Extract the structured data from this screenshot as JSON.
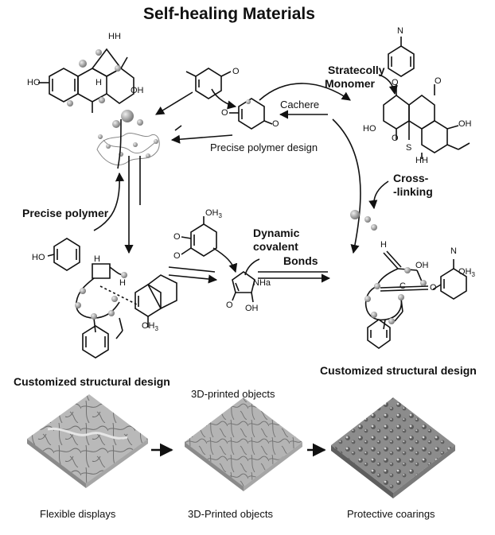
{
  "title": "Self-healing Materials",
  "labels": {
    "stratecolly_monomer_line1": "Stratecolly",
    "stratecolly_monomer_line2": "Monomer",
    "cachere": "Cachere",
    "precise_polymer_design": "Precise polymer design",
    "cross_linking_line1": "Cross-",
    "cross_linking_line2": "-linking",
    "precise_polymer": "Precise polymer",
    "dynamic_line1": "Dynamic",
    "dynamic_line2": "covalent",
    "dynamic_line3": "Bonds",
    "customized_left": "Customized structural design",
    "customized_right": "Customized structural design",
    "printed_top": "3D-printed objects"
  },
  "chem_labels": {
    "hh_top": "HH",
    "ho_left": "HO",
    "oh_left": "OH",
    "h_left": "H",
    "n_top": "N",
    "o_a": "O",
    "o_b": "O",
    "o_c": "O",
    "o_right": "O",
    "ho_right": "HO",
    "oh_right": "OH",
    "o_ring": "O",
    "os": "O",
    "s": "S",
    "hh_right": "HH",
    "ho_phenol": "HO",
    "oh3_mid": "OH",
    "oh3_sub": "3",
    "o_mid1": "O",
    "o_mid2": "O",
    "nha": "NHa",
    "o_pyrrole": "O",
    "oh_pyrrole": "OH",
    "h_bl": "H",
    "h_bl2": "H",
    "oh3_bl": "OH",
    "oh3_bl_sub": "3",
    "h_br": "H",
    "oh_br": "OH",
    "n_br": "N",
    "oh3_br": "OH",
    "oh3_br_sub": "3",
    "o_br": "O",
    "c_br": "C"
  },
  "bottom_panels": [
    {
      "label": "Flexible displays"
    },
    {
      "label": "3D-Printed objects"
    },
    {
      "label": "Protective coarings"
    }
  ],
  "colors": {
    "ink": "#111111",
    "bead": "#9a9a9a",
    "surface": "#a8a8a8"
  }
}
